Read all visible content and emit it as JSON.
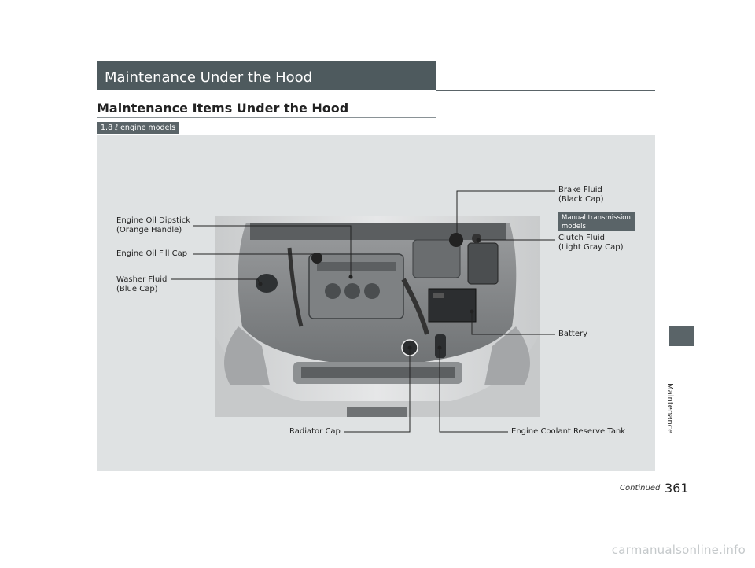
{
  "header": {
    "title": "Maintenance Under the Hood"
  },
  "section": {
    "subtitle": "Maintenance Items Under the Hood",
    "model_badge": "1.8 ℓ engine models"
  },
  "callouts": {
    "engine_oil_dipstick": [
      "Engine Oil Dipstick",
      "(Orange Handle)"
    ],
    "engine_oil_fill_cap": "Engine Oil Fill Cap",
    "washer_fluid": [
      "Washer Fluid",
      "(Blue Cap)"
    ],
    "brake_fluid": [
      "Brake Fluid",
      "(Black Cap)"
    ],
    "manual_badge": [
      "Manual transmission",
      "models"
    ],
    "clutch_fluid": [
      "Clutch Fluid",
      "(Light Gray Cap)"
    ],
    "battery": "Battery",
    "radiator_cap": "Radiator Cap",
    "coolant_tank": "Engine Coolant Reserve Tank"
  },
  "side_tab": {
    "label": "Maintenance"
  },
  "footer": {
    "continued": "Continued",
    "page_number": "361",
    "watermark": "carmanualsonline.info"
  }
}
